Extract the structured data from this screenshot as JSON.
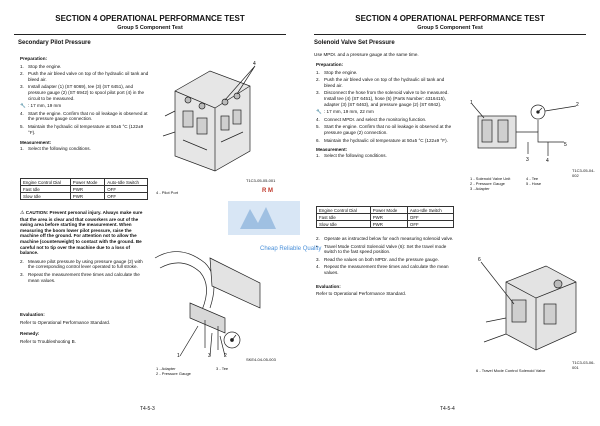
{
  "left": {
    "header": "SECTION 4 OPERATIONAL PERFORMANCE TEST",
    "subheader": "Group 5 Component Test",
    "section_title": "Secondary Pilot Pressure",
    "prep_label": "Preparation:",
    "prep_steps": [
      "Stop the engine.",
      "Push the air bleed valve on top of the hydraulic oil tank and bleed air.",
      "Install adapter (1) (ST 6069), tee (3) (ST 6451), and pressure gauge (2) (ST 6942) to spool pilot port (4) in the circuit to be measured.",
      ": 17 mm, 19 mm",
      "Start the engine. Confirm that no oil leakage is observed at the pressure gauge connection.",
      "Maintain the hydraulic oil temperature at 50±5 °C (122±9 °F)."
    ],
    "prep_numbers": [
      "1.",
      "2.",
      "3.",
      "",
      "4.",
      "5."
    ],
    "meas_label": "Measurement:",
    "meas_step1": "Select the following conditions.",
    "table": {
      "headers": [
        "Engine Control Dial",
        "Power Mode",
        "Auto-Idle Switch"
      ],
      "rows": [
        [
          "Fast Idle",
          "PWR",
          "OFF"
        ],
        [
          "Slow Idle",
          "PWR",
          "OFF"
        ]
      ]
    },
    "caution_label": "CAUTION:",
    "caution_text": "Prevent personal injury. Always make sure that the area is clear and that coworkers are out of the swing area before starting the measurement. When measuring the boom lower pilot pressure, raise the machine off the ground. For attention not to allow the machine (counterweight) to contact with the ground. Be careful not to tip over the machine due to a loss of balance.",
    "meas_step2": "Measure pilot pressure by using pressure gauge (2) with the corresponding control lever operated to full stroke.",
    "meas_step3": "Repeat the measurement three times and calculate the mean values.",
    "eval_label": "Evaluation:",
    "eval_text": "Refer to Operational Performance Standard.",
    "remedy_label": "Remedy:",
    "remedy_text": "Refer to Troubleshooting B.",
    "fig1_caption": "4 -   Pilot Port",
    "fig1_id": "T1C3-05-05-001",
    "fig2_id": "SKE4-04-05-003",
    "fig2_captions": [
      "1 -   Adapter",
      "2 -   Pressure Gauge",
      "3 -   Tee"
    ],
    "footer": "T4-5-3"
  },
  "right": {
    "header": "SECTION 4 OPERATIONAL PERFORMANCE TEST",
    "subheader": "Group 5 Component Test",
    "section_title": "Solenoid Valve Set Pressure",
    "intro": "Use MPDr. and a pressure gauge at the same time.",
    "prep_label": "Preparation:",
    "prep_steps": [
      "Stop the engine.",
      "Push the air bleed valve on top of the hydraulic oil tank and bleed air.",
      "Disconnect the hose from the solenoid valve to be measured. Install tee (4) (ST 6451), hose (5) (Parts Number: 4316415), adapter (3) (ST 6463), and pressure gauge (2) (ST 6942).",
      ": 17 mm, 19 mm, 22 mm",
      "Connect MPDr. and select the monitoring function.",
      "Start the engine. Confirm that no oil leakage is observed at the pressure gauge (2) connection.",
      "Maintain the hydraulic oil temperature at 50±5 °C (122±9 °F)."
    ],
    "prep_numbers": [
      "1.",
      "2.",
      "3.",
      "",
      "4.",
      "5.",
      "6."
    ],
    "meas_label": "Measurement:",
    "meas_step1": "Select the following conditions.",
    "table": {
      "headers": [
        "Engine Control Dial",
        "Power Mode",
        "Auto-Idle Switch"
      ],
      "rows": [
        [
          "Fast Idle",
          "PWR",
          "OFF"
        ],
        [
          "Slow Idle",
          "PWR",
          "OFF"
        ]
      ]
    },
    "meas_step2": "Operate as instructed below for each measuring solenoid valve.",
    "meas_step2_sub": "Travel Mode Control Solenoid Valve (6): Set the travel mode switch to the fast speed position.",
    "meas_step3": "Read the values on both MPDr. and the pressure gauge.",
    "meas_step4": "Repeat the measurement three times and calculate the mean values.",
    "eval_label": "Evaluation:",
    "eval_text": "Refer to Operational Performance Standard.",
    "fig1_captions": [
      "1 -   Solenoid Valve Unit",
      "2 -   Pressure Gauge",
      "3 -   Adapter",
      "4 -   Tee",
      "5 -   Hose"
    ],
    "fig1_id": "T1C3-05-04-002",
    "fig2_id": "T1C3-03-06-001",
    "fig2_caption": "6 -   Travel Mode Control Solenoid Valve",
    "footer": "T4-5-4"
  },
  "watermark": {
    "logo_text": "R M",
    "site_text": "Cheap Reliable Quality"
  }
}
